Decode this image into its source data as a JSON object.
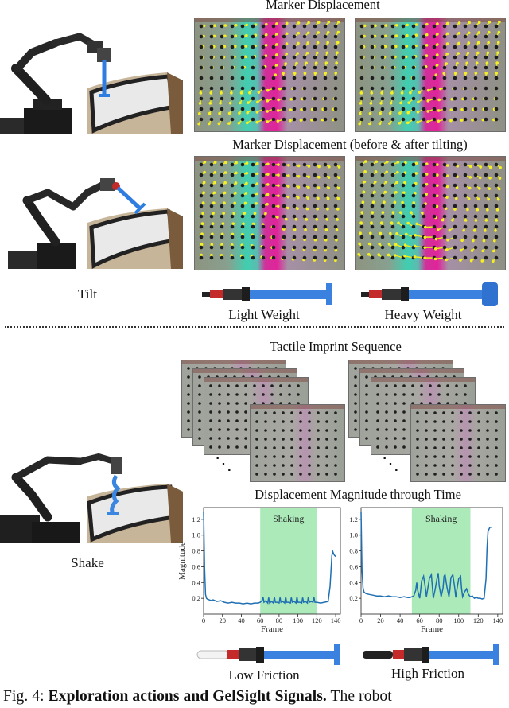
{
  "titles": {
    "marker_displacement": "Marker Displacement",
    "marker_displacement_tilt": "Marker Displacement (before & after tilting)",
    "tactile_sequence": "Tactile Imprint Sequence",
    "magnitude_time": "Displacement Magnitude through Time"
  },
  "labels": {
    "tilt": "Tilt",
    "shake": "Shake",
    "light_weight": "Light Weight",
    "heavy_weight": "Heavy Weight",
    "low_friction": "Low Friction",
    "high_friction": "High Friction",
    "ellipsis": "⋱"
  },
  "caption": {
    "prefix": "Fig. 4: ",
    "bold": "Exploration actions and GelSight Signals.",
    "rest": " The robot"
  },
  "chart_data": [
    {
      "type": "line",
      "name": "low-friction",
      "xlabel": "Frame",
      "ylabel": "Magnitude",
      "xlim": [
        0,
        145
      ],
      "ylim": [
        0,
        1.35
      ],
      "xticks": [
        0,
        20,
        40,
        60,
        80,
        100,
        120,
        140
      ],
      "yticks": [
        0.2,
        0.4,
        0.6,
        0.8,
        1.0,
        1.2
      ],
      "shade": {
        "label": "Shaking",
        "x0": 60,
        "x1": 120
      },
      "x": [
        0,
        1,
        2,
        3,
        4,
        6,
        8,
        10,
        14,
        18,
        22,
        26,
        30,
        34,
        38,
        42,
        46,
        50,
        54,
        58,
        60,
        62,
        63,
        64,
        66,
        68,
        69,
        70,
        72,
        74,
        75,
        76,
        78,
        80,
        81,
        82,
        84,
        86,
        87,
        88,
        90,
        92,
        93,
        94,
        96,
        98,
        99,
        100,
        102,
        104,
        105,
        106,
        108,
        110,
        111,
        112,
        114,
        116,
        117,
        118,
        120,
        124,
        128,
        132,
        134,
        136,
        137,
        138,
        139,
        140
      ],
      "values": [
        1.3,
        0.6,
        0.25,
        0.2,
        0.19,
        0.18,
        0.17,
        0.18,
        0.16,
        0.17,
        0.15,
        0.14,
        0.15,
        0.14,
        0.14,
        0.13,
        0.14,
        0.13,
        0.14,
        0.14,
        0.15,
        0.17,
        0.22,
        0.15,
        0.17,
        0.14,
        0.21,
        0.14,
        0.16,
        0.14,
        0.22,
        0.15,
        0.15,
        0.14,
        0.21,
        0.15,
        0.16,
        0.14,
        0.22,
        0.15,
        0.15,
        0.14,
        0.21,
        0.15,
        0.16,
        0.14,
        0.22,
        0.15,
        0.15,
        0.14,
        0.21,
        0.15,
        0.16,
        0.14,
        0.22,
        0.15,
        0.16,
        0.15,
        0.21,
        0.15,
        0.15,
        0.14,
        0.15,
        0.16,
        0.35,
        0.74,
        0.79,
        0.76,
        0.74,
        0.73
      ]
    },
    {
      "type": "line",
      "name": "high-friction",
      "xlabel": "Frame",
      "ylabel": "",
      "xlim": [
        0,
        145
      ],
      "ylim": [
        0,
        1.35
      ],
      "xticks": [
        0,
        20,
        40,
        60,
        80,
        100,
        120,
        140
      ],
      "yticks": [
        0.2,
        0.4,
        0.6,
        0.8,
        1.0,
        1.2
      ],
      "shade": {
        "label": "Shaking",
        "x0": 52,
        "x1": 112
      },
      "x": [
        0,
        1,
        2,
        3,
        5,
        8,
        12,
        16,
        20,
        24,
        28,
        32,
        36,
        40,
        44,
        48,
        50,
        52,
        54,
        56,
        57,
        58,
        60,
        61,
        62,
        64,
        66,
        67,
        68,
        70,
        72,
        73,
        74,
        76,
        78,
        79,
        80,
        82,
        84,
        85,
        86,
        88,
        90,
        91,
        92,
        94,
        96,
        97,
        98,
        100,
        102,
        103,
        104,
        106,
        108,
        110,
        112,
        114,
        116,
        118,
        120,
        122,
        124,
        126,
        128,
        129,
        130,
        132,
        134
      ],
      "values": [
        1.3,
        0.55,
        0.33,
        0.28,
        0.26,
        0.25,
        0.24,
        0.23,
        0.23,
        0.22,
        0.23,
        0.22,
        0.22,
        0.21,
        0.22,
        0.21,
        0.21,
        0.22,
        0.23,
        0.3,
        0.4,
        0.3,
        0.2,
        0.3,
        0.42,
        0.48,
        0.32,
        0.22,
        0.3,
        0.45,
        0.5,
        0.35,
        0.2,
        0.32,
        0.47,
        0.52,
        0.36,
        0.22,
        0.33,
        0.48,
        0.5,
        0.34,
        0.22,
        0.31,
        0.46,
        0.5,
        0.33,
        0.21,
        0.3,
        0.45,
        0.48,
        0.32,
        0.22,
        0.28,
        0.32,
        0.25,
        0.22,
        0.23,
        0.2,
        0.21,
        0.2,
        0.2,
        0.19,
        0.2,
        0.45,
        0.85,
        1.05,
        1.1,
        1.1
      ]
    }
  ]
}
